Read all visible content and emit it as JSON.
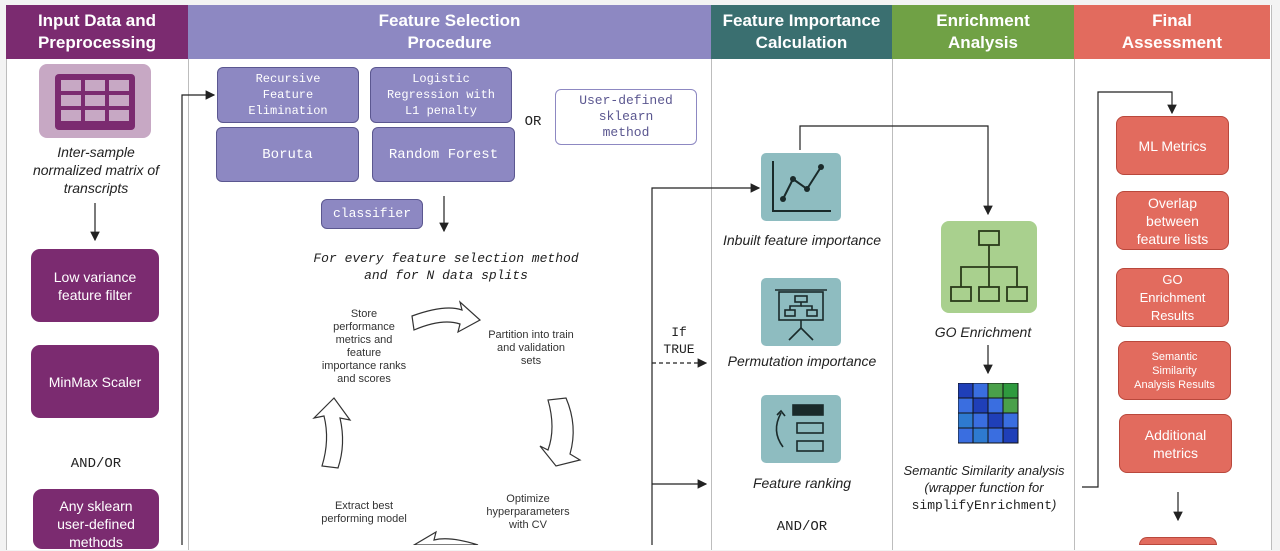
{
  "headers": {
    "col1": [
      "Input Data and",
      "Preprocessing"
    ],
    "col2": [
      "Feature Selection",
      "Procedure"
    ],
    "col3": [
      "Feature Importance",
      "Calculation"
    ],
    "col4": [
      "Enrichment",
      "Analysis"
    ],
    "col5": [
      "Final",
      "Assessment"
    ]
  },
  "colors": {
    "col1": "#7b2b70",
    "col2": "#8d88c2",
    "col3": "#3a6f70",
    "col4": "#70a145",
    "col5": "#e26b5e"
  },
  "input": {
    "matrix_caption": [
      "Inter-sample",
      "normalized matrix of",
      "transcripts"
    ],
    "low_variance": [
      "Low variance",
      "feature filter"
    ],
    "minmax": "MinMax Scaler",
    "andor": "AND/OR",
    "sklearn": [
      "Any sklearn",
      "user-defined",
      "methods"
    ]
  },
  "selection": {
    "rfe": [
      "Recursive",
      "Feature",
      "Elimination"
    ],
    "logreg": [
      "Logistic",
      "Regression with",
      "L1 penalty"
    ],
    "or_label": "OR",
    "user_defined": [
      "User-defined",
      "sklearn",
      "method"
    ],
    "boruta": "Boruta",
    "rf": "Random Forest",
    "classifier": "classifier",
    "loop_title": [
      "For every feature selection method",
      "and for N data splits"
    ],
    "cycle": {
      "store": [
        "Store",
        "performance",
        "metrics and",
        "feature",
        "importance ranks",
        "and scores"
      ],
      "partition": [
        "Partition into train",
        "and validation",
        "sets"
      ],
      "optimize": [
        "Optimize",
        "hyperparameters",
        "with CV"
      ],
      "extract": [
        "Extract best",
        "performing model"
      ]
    },
    "if_true": [
      "If",
      "TRUE"
    ]
  },
  "importance": {
    "inbuilt": "Inbuilt feature importance",
    "permutation": "Permutation importance",
    "ranking": "Feature ranking",
    "andor": "AND/OR"
  },
  "enrichment": {
    "go": "GO Enrichment",
    "semantic": [
      "Semantic Similarity analysis",
      "(wrapper function for"
    ],
    "simplify": "simplifyEnrichment",
    "close_paren": ")"
  },
  "final": {
    "ml_metrics": "ML Metrics",
    "overlap": [
      "Overlap",
      "between",
      "feature lists"
    ],
    "go_results": [
      "GO",
      "Enrichment",
      "Results"
    ],
    "semantic_results": [
      "Semantic",
      "Similarity",
      "Analysis Results"
    ],
    "additional": [
      "Additional",
      "metrics"
    ]
  }
}
